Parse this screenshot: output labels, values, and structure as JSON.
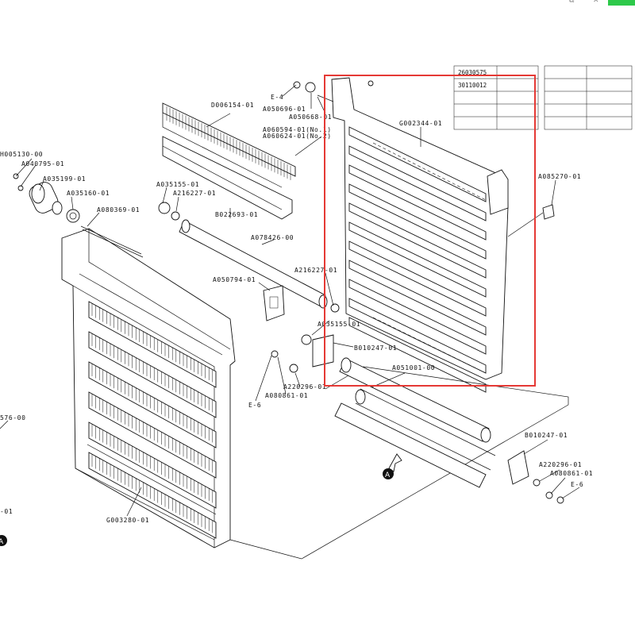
{
  "window_controls": {
    "copy_icon": "copy-icon",
    "close_icon": "close-icon"
  },
  "colors": {
    "highlight": "#e53935",
    "accent": "#2ec94a",
    "ink": "#111111"
  },
  "table": {
    "rows": [
      [
        "26030575",
        "",
        "",
        ""
      ],
      [
        "30110012",
        "",
        "",
        ""
      ],
      [
        "",
        "",
        "",
        ""
      ],
      [
        "",
        "",
        "",
        ""
      ],
      [
        "",
        "",
        "",
        ""
      ]
    ]
  },
  "labels": {
    "e4": "E-4",
    "a050696": "A050696-01",
    "a050668": "A050668-01",
    "d006154": "D006154-01",
    "a060594": "A060594-01(No.1)",
    "a060624": "A060624-01(No.2)",
    "g002344": "G002344-01",
    "h005130": "H005130-00",
    "a040795": "A040795-01",
    "a035199": "A035199-01",
    "a035160": "A035160-01",
    "a035155_top": "A035155-01",
    "a216227_top": "A216227-01",
    "a080369": "A080369-01",
    "b022693": "B022693-01",
    "a085270": "A085270-01",
    "a078426": "A078426-00",
    "a050794": "A050794-01",
    "a216227_mid": "A216227-01",
    "a035155_mid": "A035155-01",
    "b010247_mid": "B010247-01",
    "a051001": "A051001-00",
    "a220296_mid": "A220296-01",
    "a080861_mid": "A080861-01",
    "e6_mid": "E-6",
    "left_576": "576-00",
    "b010247_right": "B010247-01",
    "a220296_right": "A220296-01",
    "a080861_right": "A080861-01",
    "e6_right": "E-6",
    "g003280": "G003280-01",
    "left_01": "-01",
    "marker_a": "A"
  }
}
